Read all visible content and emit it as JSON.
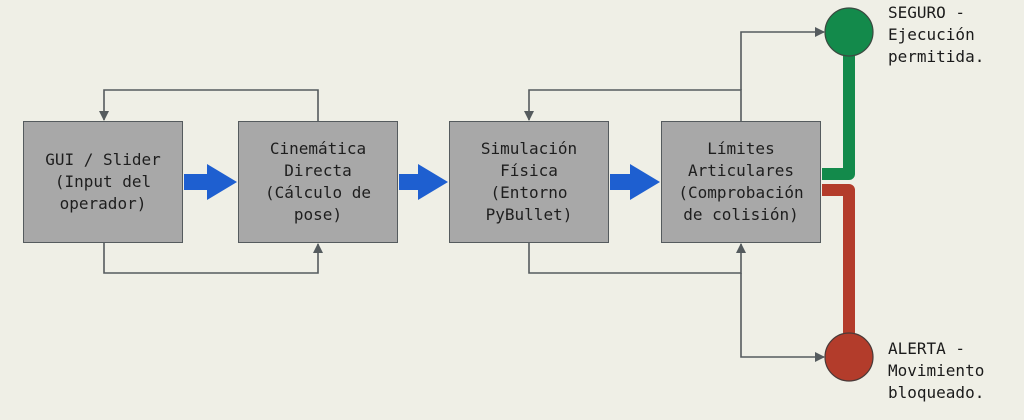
{
  "blocks": [
    {
      "label": "GUI / Slider\n(Input del\noperador)"
    },
    {
      "label": "Cinemática\nDirecta\n(Cálculo de\npose)"
    },
    {
      "label": "Simulación\nFísica\n(Entorno\nPyBullet)"
    },
    {
      "label": "Límites\nArticulares\n(Comprobación\nde colisión)"
    }
  ],
  "outcomes": {
    "safe": {
      "label": "SEGURO -\nEjecución\npermitida.",
      "color": "#138a4b"
    },
    "alert": {
      "label": "ALERTA -\nMovimiento\nbloqueado.",
      "color": "#b33c2b"
    }
  },
  "colors": {
    "flow_arrow": "#1e5fd0",
    "feedback_line": "#555b5e",
    "block_fill": "#a8a8a8"
  }
}
